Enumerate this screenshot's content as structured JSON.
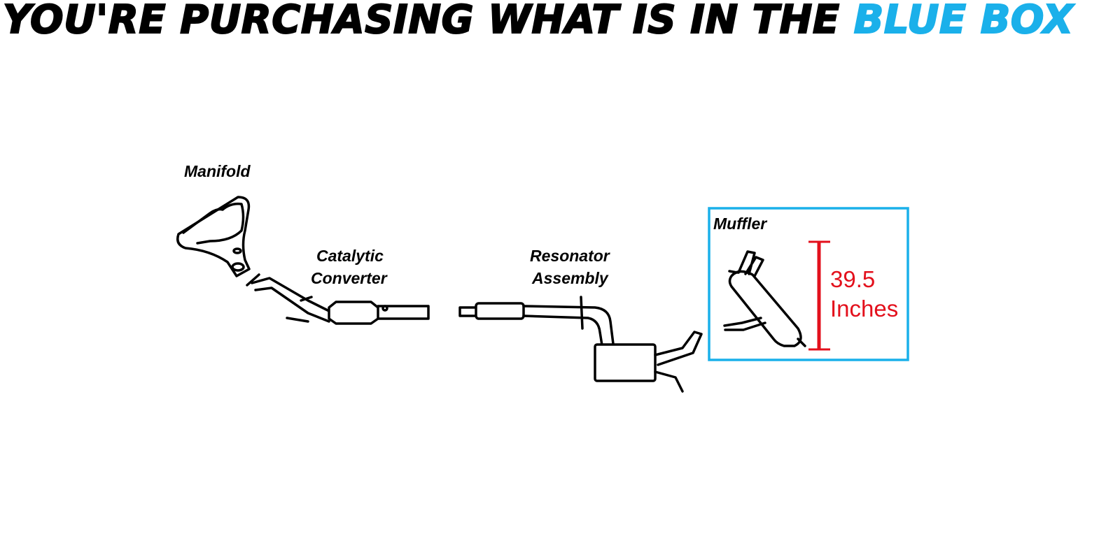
{
  "title": {
    "prefix": "YOU'RE PURCHASING WHAT IS IN THE ",
    "highlight": "BLUE BOX"
  },
  "labels": {
    "manifold": "Manifold",
    "catalytic_1": "Catalytic",
    "catalytic_2": "Converter",
    "resonator_1": "Resonator",
    "resonator_2": "Assembly",
    "muffler": "Muffler"
  },
  "measurement": {
    "value": "39.5",
    "unit": "Inches"
  },
  "colors": {
    "highlight": "#1ab0ea",
    "measurement": "#e3101c"
  }
}
